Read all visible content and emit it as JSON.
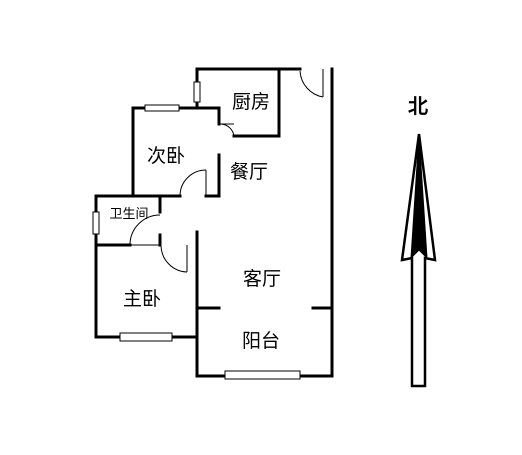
{
  "rooms": {
    "kitchen": "厨房",
    "second_bedroom": "次卧",
    "dining_room": "餐厅",
    "bathroom": "卫生间",
    "living_room": "客厅",
    "master_bedroom": "主卧",
    "balcony": "阳台"
  },
  "compass": {
    "north_label": "北"
  }
}
